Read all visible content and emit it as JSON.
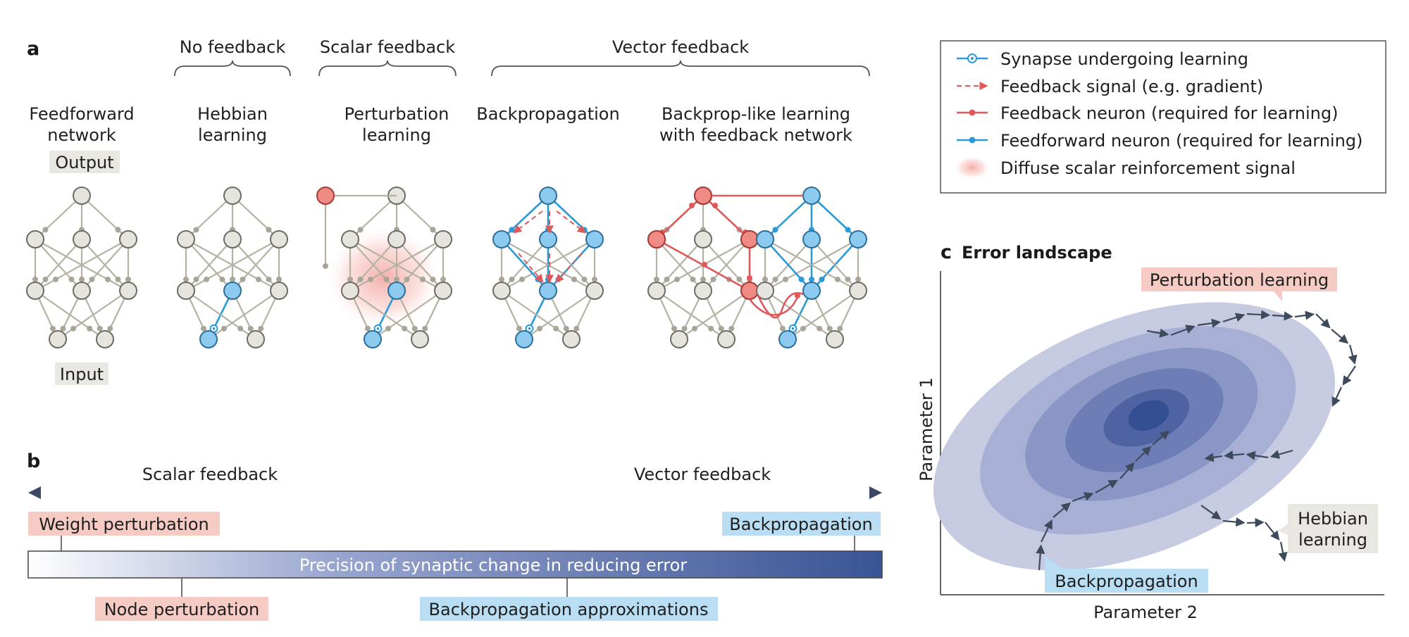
{
  "panel_a": {
    "letter": "a",
    "group_labels": {
      "no_feedback": "No feedback",
      "scalar_feedback": "Scalar feedback",
      "vector_feedback": "Vector feedback"
    },
    "networks": [
      {
        "line1": "Feedforward",
        "line2": "network"
      },
      {
        "line1": "Hebbian",
        "line2": "learning"
      },
      {
        "line1": "Perturbation",
        "line2": "learning"
      },
      {
        "line1": "Backpropagation",
        "line2": ""
      },
      {
        "line1": "Backprop-like learning",
        "line2": "with feedback network"
      }
    ],
    "output_tag": "Output",
    "input_tag": "Input"
  },
  "legend": {
    "items": [
      {
        "label": "Synapse undergoing learning",
        "icon": "synapse-icon",
        "color": "#2a9ad9"
      },
      {
        "label": "Feedback signal (e.g. gradient)",
        "icon": "dashed-arrow-icon",
        "color": "#e0595a"
      },
      {
        "label": "Feedback neuron (required for learning)",
        "icon": "red-dot-line-icon",
        "color": "#e0595a"
      },
      {
        "label": "Feedforward neuron (required for learning)",
        "icon": "blue-dot-line-icon",
        "color": "#2a9ad9"
      },
      {
        "label": "Diffuse scalar reinforcement signal",
        "icon": "red-glow-icon",
        "color": "#f4a7a1"
      }
    ]
  },
  "panel_b": {
    "letter": "b",
    "scalar_label": "Scalar feedback",
    "vector_label": "Vector feedback",
    "bar_text": "Precision of synaptic change in reducing error",
    "weight_perturbation": "Weight perturbation",
    "backpropagation": "Backpropagation",
    "node_perturbation": "Node perturbation",
    "backprop_approx": "Backpropagation approximations",
    "colors": {
      "red_tag": "#f6cbc3",
      "blue_tag": "#b9def3",
      "bar_start": "#ffffff",
      "bar_end": "#3a5494"
    }
  },
  "panel_c": {
    "letter": "c",
    "title": "Error landscape",
    "ylabel": "Parameter 1",
    "xlabel": "Parameter 2",
    "perturbation_tag": "Perturbation learning",
    "hebbian_line1": "Hebbian",
    "hebbian_line2": "learning",
    "backprop_tag": "Backpropagation",
    "contour_colors": [
      "#c6cbe2",
      "#a7b0d4",
      "#8a96c5",
      "#6d7db5",
      "#4f63a3",
      "#344f91"
    ]
  }
}
